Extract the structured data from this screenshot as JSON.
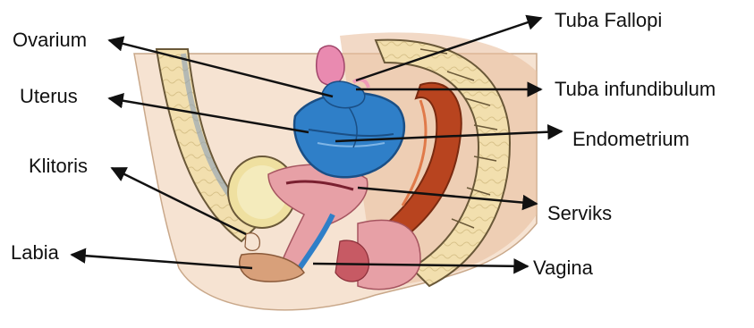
{
  "labels": {
    "ovarium": "Ovarium",
    "uterus": "Uterus",
    "klitoris": "Klitoris",
    "labia": "Labia",
    "tuba_fallopi": "Tuba Fallopi",
    "tuba_infundibulum": "Tuba infundibulum",
    "endometrium": "Endometrium",
    "serviks": "Serviks",
    "vagina": "Vagina"
  },
  "colors": {
    "uterus_blue": "#2f7fc8",
    "uterus_blue_dark": "#1a4f86",
    "pelvis_bone": "#f2dfae",
    "bone_outline": "#6a5838",
    "rectum_red": "#b8441f",
    "bladder_yellow": "#efe0a0",
    "skin": "#e8b89a",
    "tissue_pink": "#e7a0a6",
    "fallopian_pink": "#e98ab0",
    "arrow": "#111111"
  }
}
